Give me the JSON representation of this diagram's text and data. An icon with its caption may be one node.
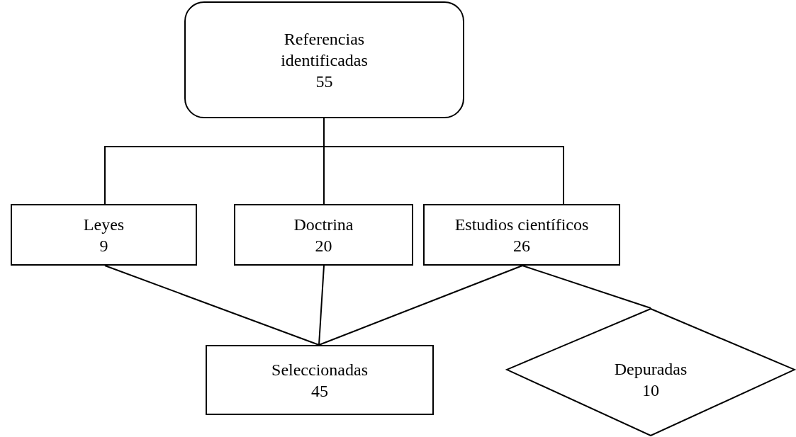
{
  "diagram": {
    "nodes": [
      {
        "text": [
          "Referencias identificadas",
          "55"
        ]
      },
      {
        "text": [
          "Leyes",
          "9"
        ]
      },
      {
        "text": [
          "Doctrina",
          "20"
        ]
      },
      {
        "text": [
          "Estudios científicos",
          "26"
        ]
      },
      {
        "text": [
          "Seleccionadas",
          "45"
        ]
      },
      {
        "text": [
          "Depuradas",
          "10"
        ]
      }
    ],
    "edges": [
      {
        "from": 0,
        "to": 1,
        "arrow": "none"
      },
      {
        "from": 0,
        "to": 2,
        "arrow": "none"
      },
      {
        "from": 0,
        "to": 3,
        "arrow": "none"
      },
      {
        "from": 1,
        "to": 4,
        "arrow": "none"
      },
      {
        "from": 2,
        "to": 4,
        "arrow": "none"
      },
      {
        "from": 3,
        "to": 4,
        "arrow": "none"
      },
      {
        "from": 3,
        "to": 5,
        "arrow": "none"
      }
    ]
  }
}
